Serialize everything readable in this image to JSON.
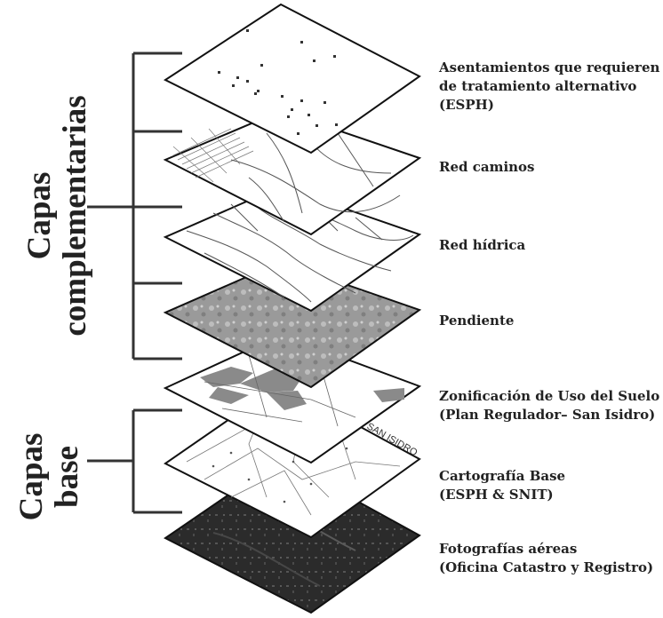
{
  "groups": {
    "complementarias": {
      "line1": "Capas",
      "line2": "complementarias"
    },
    "base": {
      "line1": "Capas",
      "line2": "base"
    }
  },
  "layers": [
    {
      "id": "esph",
      "lines": [
        "Asentamientos que requieren",
        "de tratamiento alternativo",
        "(ESPH)"
      ]
    },
    {
      "id": "caminos",
      "lines": [
        "Red caminos"
      ]
    },
    {
      "id": "hidrica",
      "lines": [
        "Red hídrica"
      ]
    },
    {
      "id": "pendiente",
      "lines": [
        "Pendiente"
      ]
    },
    {
      "id": "zonificacion",
      "lines": [
        "Zonificación  de Uso del Suelo",
        "(Plan Regulador– San Isidro)"
      ]
    },
    {
      "id": "cartografia",
      "lines": [
        "Cartografía  Base",
        "(ESPH & SNIT)"
      ]
    },
    {
      "id": "fotografias",
      "lines": [
        "Fotografías aéreas",
        "(Oficina Catastro y Registro)"
      ]
    }
  ],
  "map_labels": {
    "cartografia": "SAN ISIDRO"
  },
  "colors": {
    "ink": "#222222",
    "bracket": "#333333",
    "pendiente_fill": "#9a9a9a",
    "aerial_fill": "#2b2b2b",
    "paper": "#ffffff"
  }
}
